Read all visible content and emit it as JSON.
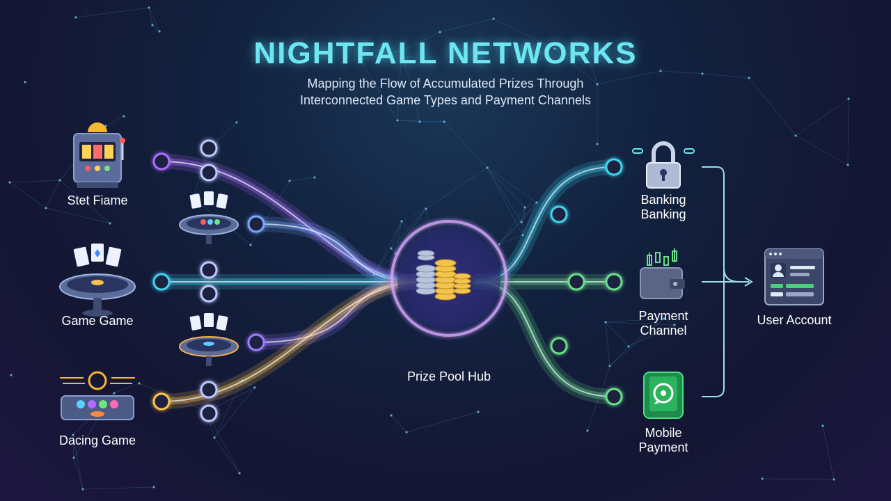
{
  "title": "NIGHTFALL NETWORKS",
  "subtitle_lines": [
    "Mapping the Flow of Accumulated Prizes Through",
    "Interconnected Game Types and Payment Channels"
  ],
  "sources": [
    {
      "label": "Stet Fiame",
      "icon": "slot-machine-icon",
      "color": "#b06cff"
    },
    {
      "label": "Game Game",
      "icon": "card-table-icon",
      "color": "#3fd6f0"
    },
    {
      "label": "Dacing Game",
      "icon": "racing-board-icon",
      "color": "#ffc24a"
    }
  ],
  "intermediate_icons": [
    "poker-table-icon",
    "poker-table-icon"
  ],
  "hub": {
    "label": "Prize Pool Hub",
    "icon": "coin-stack-icon"
  },
  "destinations": [
    {
      "label_lines": [
        "Banking",
        "Banking"
      ],
      "icon": "padlock-icon",
      "color": "#3fd6f0"
    },
    {
      "label_lines": [
        "Payment",
        "Channel"
      ],
      "icon": "wallet-icon",
      "color": "#6be08a"
    },
    {
      "label_lines": [
        "Mobile",
        "Payment"
      ],
      "icon": "whatsapp-phone-icon",
      "color": "#6be08a"
    }
  ],
  "account": {
    "label": "User Account",
    "icon": "user-account-icon"
  }
}
